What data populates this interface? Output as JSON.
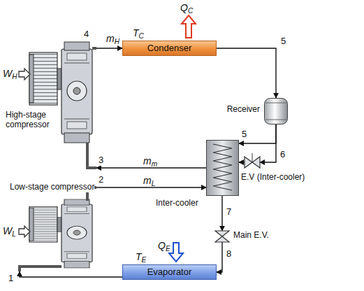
{
  "diagram": {
    "nodes": [
      {
        "text": [
          "High-stage compressor"
        ]
      },
      {
        "text": [
          "Condenser"
        ]
      },
      {
        "text": [
          "Receiver"
        ]
      },
      {
        "text": [
          "Inter-cooler"
        ]
      },
      {
        "text": [
          "E.V (Inter-cooler)"
        ]
      },
      {
        "text": [
          "Low-stage compressor"
        ]
      },
      {
        "text": [
          "Main E.V."
        ]
      },
      {
        "text": [
          "Evaporator"
        ]
      }
    ],
    "edges": [
      {
        "from": 0,
        "to": 1,
        "arrow": "to",
        "label": "mH"
      },
      {
        "from": 1,
        "to": 2,
        "arrow": "to"
      },
      {
        "from": 2,
        "to": 3,
        "arrow": "to"
      },
      {
        "from": 2,
        "to": 4,
        "arrow": "to"
      },
      {
        "from": 4,
        "to": 3,
        "arrow": "to"
      },
      {
        "from": 3,
        "to": 0,
        "arrow": "to",
        "label": "mm"
      },
      {
        "from": 5,
        "to": 3,
        "arrow": "to",
        "label": "mL"
      },
      {
        "from": 3,
        "to": 6,
        "arrow": "to"
      },
      {
        "from": 6,
        "to": 7,
        "arrow": "to"
      },
      {
        "from": 7,
        "to": 5,
        "arrow": "to"
      }
    ],
    "labels": [
      "QC",
      "TC",
      "WH",
      "4",
      "5",
      "5",
      "6",
      "3",
      "2",
      "WL",
      "7",
      "8",
      "QE",
      "TE",
      "1"
    ]
  }
}
